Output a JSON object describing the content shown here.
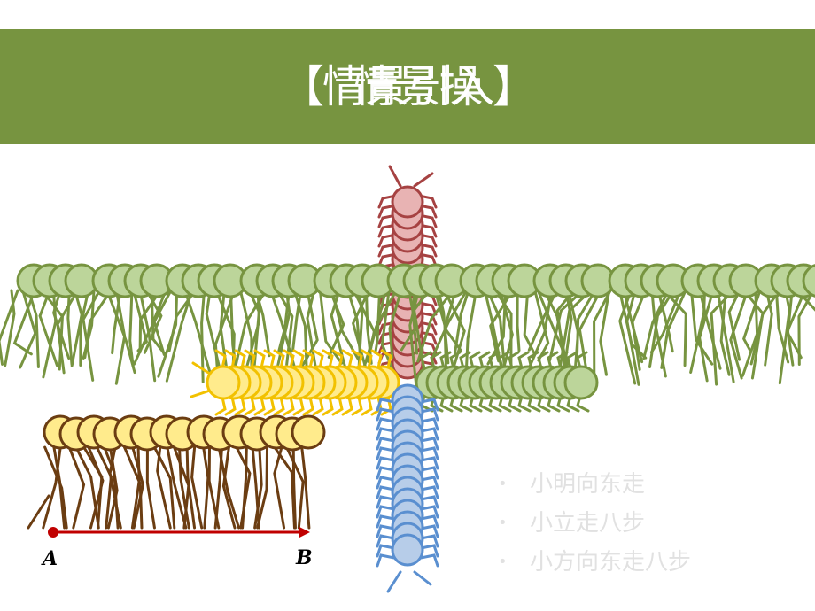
{
  "slide": {
    "title_text": "【情景引入】",
    "title_overlay": "情景操",
    "bullets": [
      "小明向东走",
      "小立走八步",
      "小方向东走八步"
    ],
    "point_a": "A",
    "point_b": "B"
  },
  "colors": {
    "title_bar": "#779440",
    "green_body": "#bcd59a",
    "green_stroke": "#779440",
    "red_body": "#e8b3b3",
    "red_stroke": "#a64242",
    "yellow_body": "#ffeb8c",
    "yellow_stroke": "#f2c100",
    "blue_body": "#b7cde9",
    "blue_stroke": "#5a8fd0",
    "brown_leg": "#6b3d12",
    "arrow": "#c00000",
    "bullet_text": "#e1e1e1"
  },
  "icons": {
    "green_band": "centipede-green-band-icon",
    "red_vertical": "centipede-red-icon",
    "blue_vertical": "centipede-blue-icon",
    "yellow_horizontal": "centipede-yellow-icon",
    "green_horizontal": "centipede-green-small-icon",
    "yellow_walker": "centipede-walker-icon"
  }
}
